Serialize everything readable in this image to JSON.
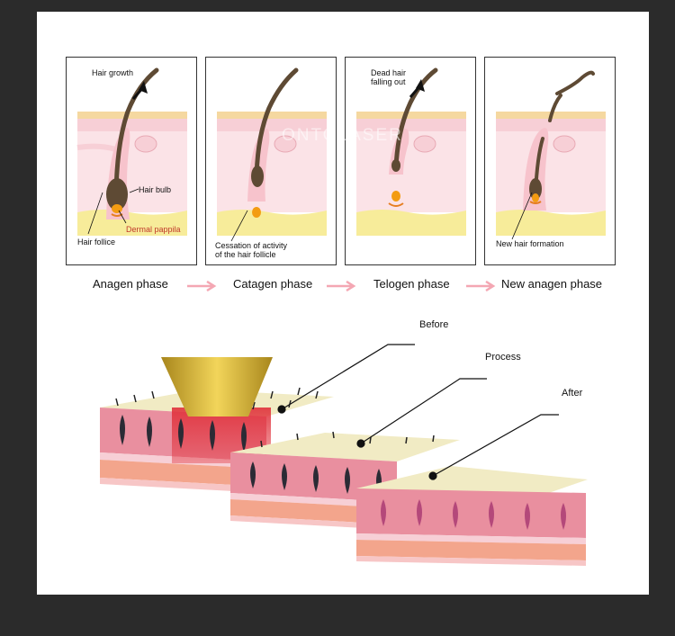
{
  "panels": [
    {
      "phase": "Anagen phase",
      "labels": {
        "top": "Hair growth",
        "bulb": "Hair bulb",
        "papilla": "Dermal pappila",
        "follicle": "Hair follice"
      }
    },
    {
      "phase": "Catagen phase",
      "labels": {
        "note": "Cessation of activity\nof the hair follicle"
      }
    },
    {
      "phase": "Telogen phase",
      "labels": {
        "top": "Dead hair\nfalling out"
      }
    },
    {
      "phase": "New anagen phase",
      "labels": {
        "note": "New hair formation"
      }
    }
  ],
  "stages": {
    "before": "Before",
    "process": "Process",
    "after": "After"
  },
  "colors": {
    "skin_top": "#f5d8a0",
    "skin_pink": "#f7cfd6",
    "dermis_pink": "#fbe3e7",
    "fat_yellow": "#f7ec9a",
    "hair": "#5e4a34",
    "papilla": "#f39c12",
    "arrow": "#f4a7b3",
    "laser_gold": "#d4ae2c",
    "laser_red": "#e0303a",
    "block_top": "#f1ebc4",
    "block_side": "#e98f9f",
    "block_fat": "#f3a58c",
    "follicle_dark": "#2b2b35",
    "follicle_light": "#b4487a"
  }
}
